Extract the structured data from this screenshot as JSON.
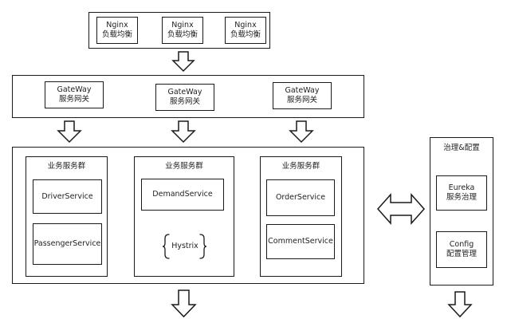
{
  "nginx": [
    {
      "name": "Nginx",
      "desc": "负载均衡"
    },
    {
      "name": "Nginx",
      "desc": "负载均衡"
    },
    {
      "name": "Nginx",
      "desc": "负载均衡"
    }
  ],
  "gateway": [
    {
      "name": "GateWay",
      "desc": "服务网关"
    },
    {
      "name": "GateWay",
      "desc": "服务网关"
    },
    {
      "name": "GateWay",
      "desc": "服务网关"
    }
  ],
  "clusters": [
    {
      "title": "业务服务群",
      "services": [
        "DriverService",
        "PassengerService"
      ]
    },
    {
      "title": "业务服务群",
      "services": [
        "DemandService"
      ],
      "extra": "Hystrix"
    },
    {
      "title": "业务服务群",
      "services": [
        "OrderService",
        "CommentService"
      ]
    }
  ],
  "governance": {
    "title": "治理&配置",
    "items": [
      {
        "name": "Eureka",
        "desc": "服务治理"
      },
      {
        "name": "Config",
        "desc": "配置管理"
      }
    ]
  }
}
